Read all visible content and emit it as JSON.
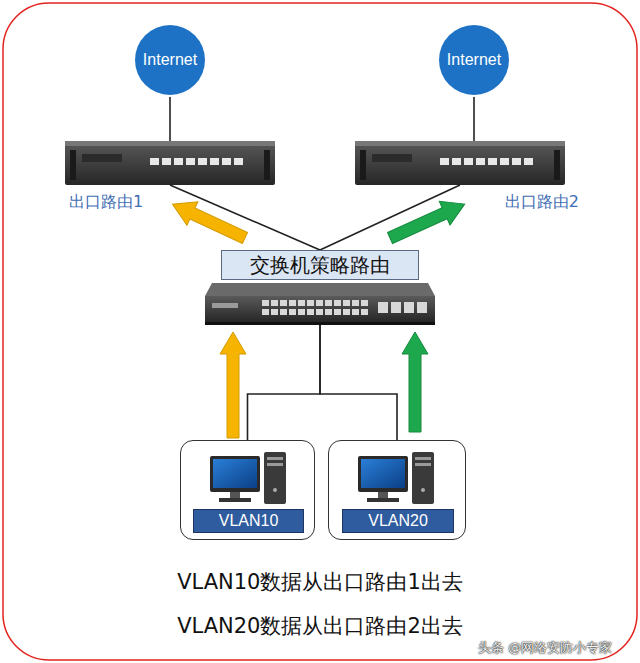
{
  "diagram": {
    "nodes": [
      {
        "text": [
          "Internet"
        ]
      },
      {
        "text": [
          "Internet"
        ]
      },
      {
        "text": [
          "出口路由1"
        ]
      },
      {
        "text": [
          "出口路由2"
        ]
      },
      {
        "text": [
          "交换机策略路由"
        ]
      },
      {
        "text": [
          "VLAN10"
        ]
      },
      {
        "text": [
          "VLAN20"
        ]
      }
    ],
    "edges": [
      {
        "from": 0,
        "to": 2,
        "arrow": "none"
      },
      {
        "from": 1,
        "to": 3,
        "arrow": "none"
      },
      {
        "from": 4,
        "to": 2,
        "arrow": "none"
      },
      {
        "from": 4,
        "to": 3,
        "arrow": "none"
      },
      {
        "from": 5,
        "to": 4,
        "arrow": "none"
      },
      {
        "from": 6,
        "to": 4,
        "arrow": "none"
      }
    ],
    "labels": [
      "VLAN10数据从出口路由1出去",
      "VLAN20数据从出口路由2出去",
      "头条 @网络安防小专家"
    ]
  }
}
